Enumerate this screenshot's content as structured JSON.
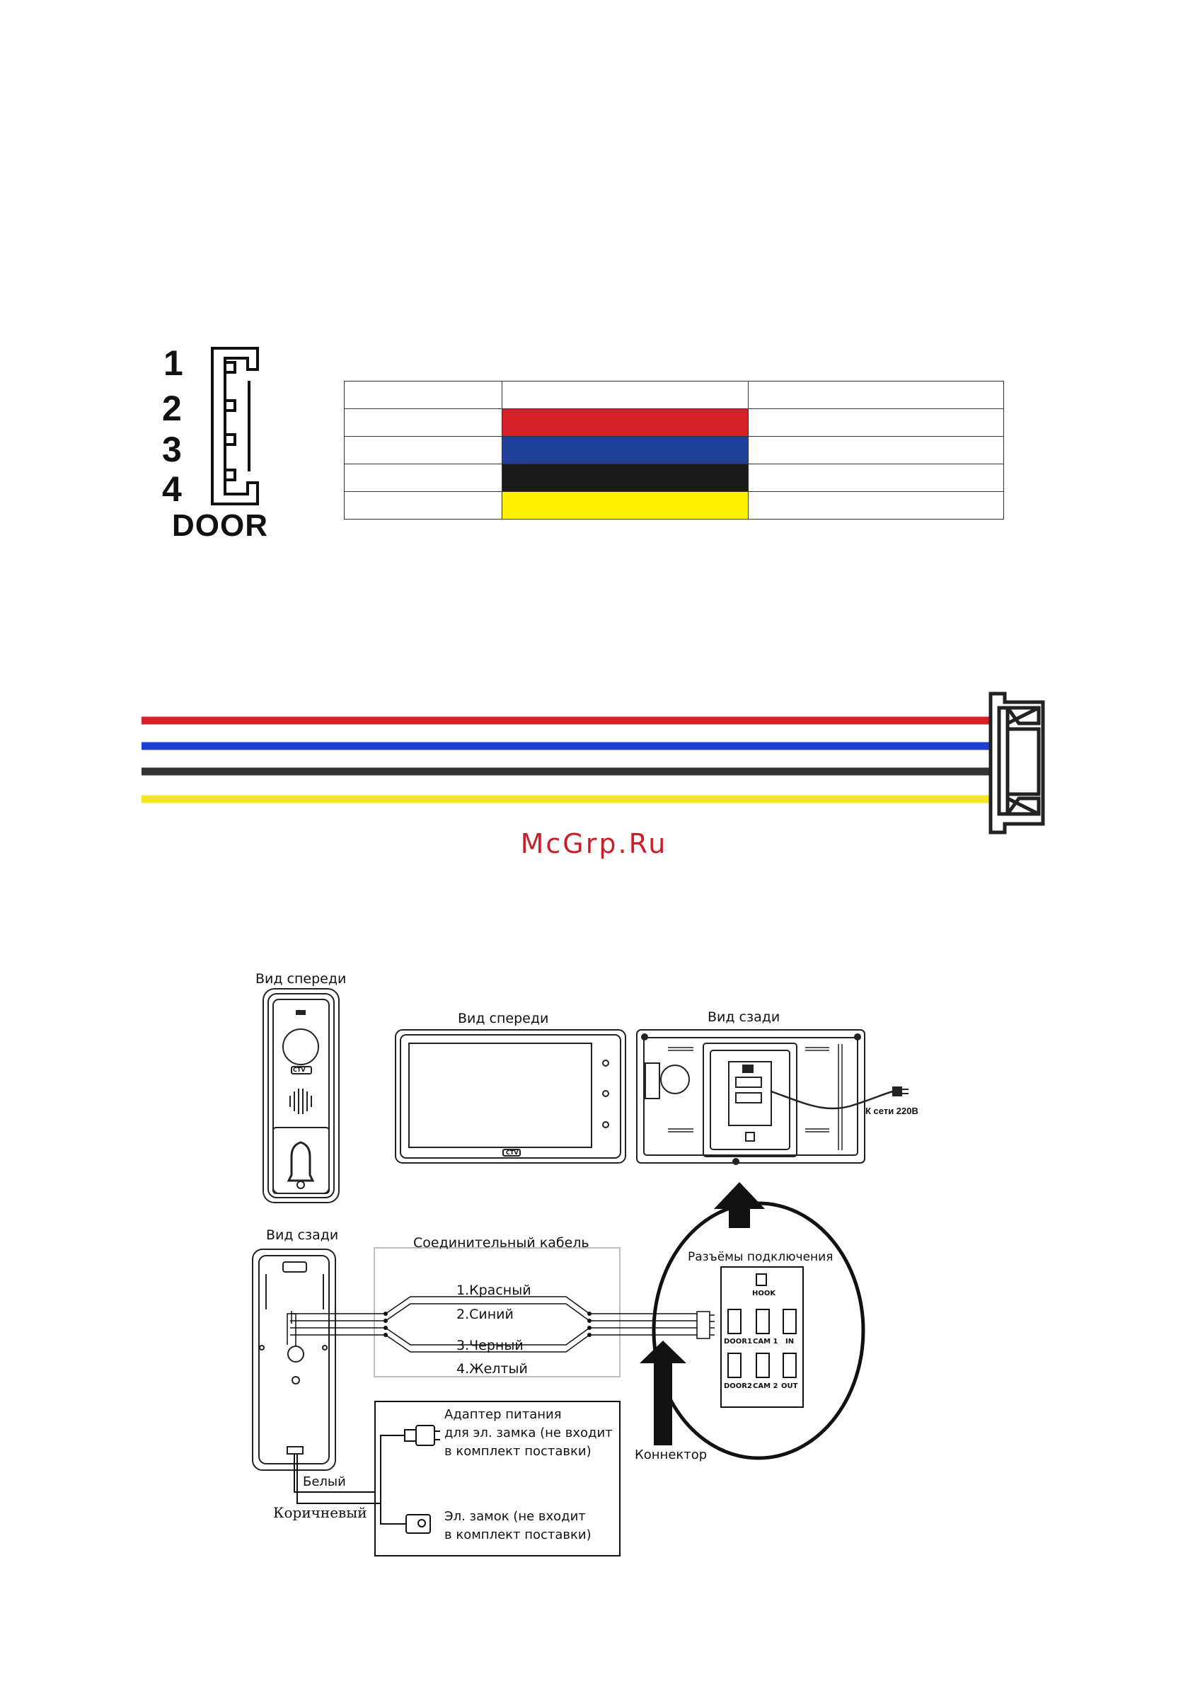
{
  "connector": {
    "pins": [
      "1",
      "2",
      "3",
      "4"
    ],
    "label": "DOOR"
  },
  "wire_colors": [
    "#d42127",
    "#21409a",
    "#1a1a1a",
    "#fff200"
  ],
  "cable_colors": [
    "#d42127",
    "#1f3fd1",
    "#333333",
    "#f3e529"
  ],
  "watermark": "McGrp.Ru",
  "diagram": {
    "panel_front_title": "Вид спереди",
    "monitor_front_title": "Вид спереди",
    "monitor_back_title": "Вид сзади",
    "panel_back_title": "Вид сзади",
    "cable_title": "Соединительный кабель",
    "wires": [
      "1.Красный",
      "2.Синий",
      "3.Черный",
      "4.Желтый"
    ],
    "connectors_title": "Разъёмы подключения",
    "ports": {
      "hook": "HOOK",
      "door1": "DOOR1",
      "cam1": "CAM 1",
      "in": "IN",
      "door2": "DOOR2",
      "cam2": "CAM 2",
      "out": "OUT"
    },
    "mains_label": "К сети 220В",
    "connector_label": "Коннектор",
    "adapter_label": [
      "Адаптер питания",
      "для эл. замка (не входит",
      "в комплект поставки)"
    ],
    "lock_label": [
      "Эл. замок (не входит",
      "в комплект поставки)"
    ],
    "white_label": "Белый",
    "brown_label": "Коричневый",
    "brand": "CTV"
  }
}
